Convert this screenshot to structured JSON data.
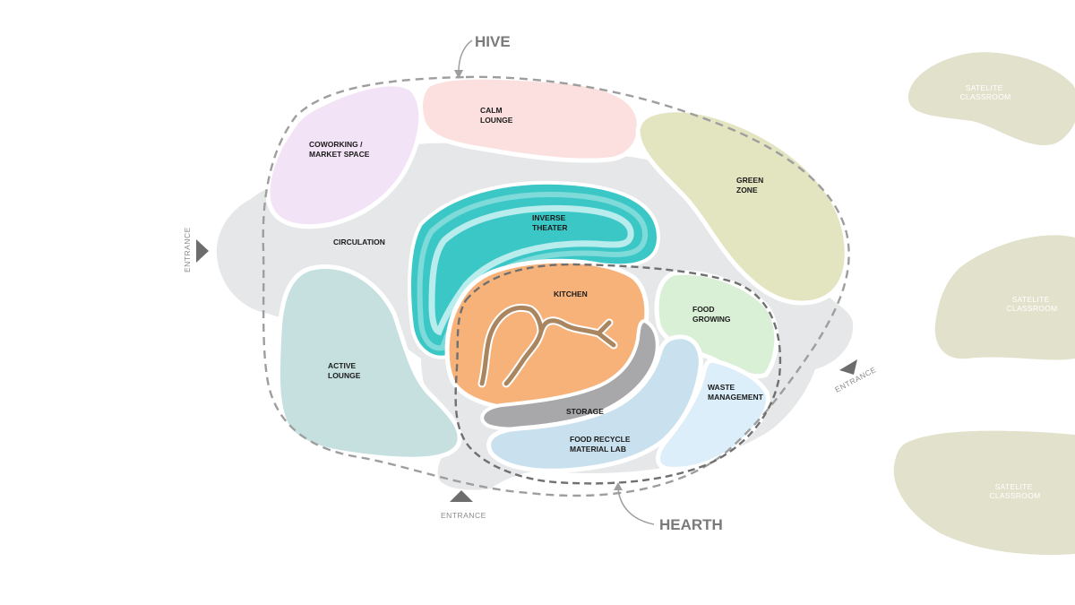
{
  "groups": {
    "hive": "HIVE",
    "hearth": "HEARTH"
  },
  "zones": {
    "coworking": [
      "COWORKING /",
      "MARKET SPACE"
    ],
    "calm_lounge": [
      "CALM",
      "LOUNGE"
    ],
    "green_zone": [
      "GREEN",
      "ZONE"
    ],
    "circulation": [
      "CIRCULATION"
    ],
    "inverse_theater": [
      "INVERSE",
      "THEATER"
    ],
    "kitchen": [
      "KITCHEN"
    ],
    "food_growing": [
      "FOOD",
      "GROWING"
    ],
    "active_lounge": [
      "ACTIVE",
      "LOUNGE"
    ],
    "storage": [
      "STORAGE"
    ],
    "waste_management": [
      "WASTE",
      "MANAGEMENT"
    ],
    "food_recycle": [
      "FOOD RECYCLE",
      "MATERIAL LAB"
    ]
  },
  "satellites": [
    [
      "SATELITE",
      "CLASSROOM"
    ],
    [
      "SATELITE",
      "CLASSROOM"
    ],
    [
      "SATELITE",
      "CLASSROOM"
    ]
  ],
  "entrances": {
    "left": "ENTRANCE",
    "bottom": "ENTRANCE",
    "right": "ENTRANCE"
  },
  "colors": {
    "circulation": "#e6e7e8",
    "coworking": "#f3e3f6",
    "calm_lounge": "#fbe0df",
    "green_zone": "#e3e4c0",
    "active_lounge": "#c6e0e0",
    "theater_outer": "#3cc7c7",
    "theater_mid": "#7fdada",
    "theater_inner": "#b9ecec",
    "kitchen": "#f7b27a",
    "kitchen_path": "#a98560",
    "food_growing": "#d9efd6",
    "storage": "#a8a8aa",
    "food_recycle": "#c9e1ef",
    "waste": "#dbeefa",
    "satellite": "#e2e1cc",
    "dashed": "#9e9e9e",
    "entrance_arrow": "#6d6d6d"
  }
}
